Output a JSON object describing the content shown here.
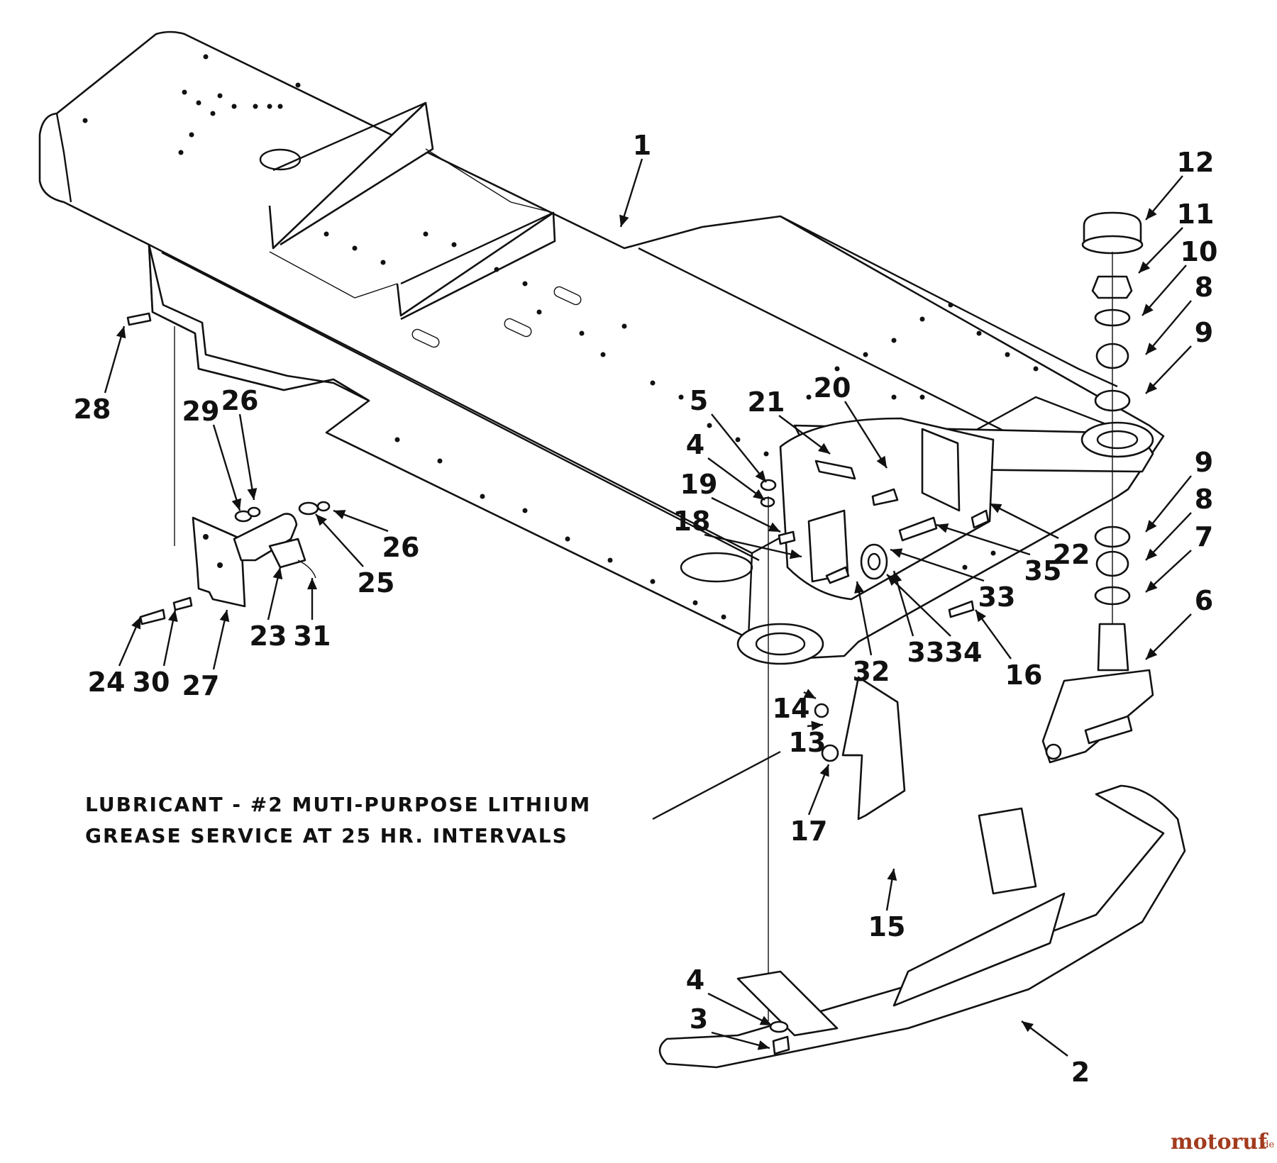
{
  "note": {
    "line1": "LUBRICANT - #2 MUTI-PURPOSE LITHIUM",
    "line2": "GREASE SERVICE AT 25 HR. INTERVALS"
  },
  "watermark": {
    "name": "motoruf",
    "tld": ".de",
    "color": "#a23b1e"
  },
  "callouts": [
    {
      "num": "1"
    },
    {
      "num": "12"
    },
    {
      "num": "11"
    },
    {
      "num": "10"
    },
    {
      "num": "8"
    },
    {
      "num": "9"
    },
    {
      "num": "9"
    },
    {
      "num": "8"
    },
    {
      "num": "7"
    },
    {
      "num": "6"
    },
    {
      "num": "28"
    },
    {
      "num": "29"
    },
    {
      "num": "26"
    },
    {
      "num": "26"
    },
    {
      "num": "25"
    },
    {
      "num": "24"
    },
    {
      "num": "30"
    },
    {
      "num": "27"
    },
    {
      "num": "23"
    },
    {
      "num": "31"
    },
    {
      "num": "5"
    },
    {
      "num": "4"
    },
    {
      "num": "19"
    },
    {
      "num": "18"
    },
    {
      "num": "21"
    },
    {
      "num": "20"
    },
    {
      "num": "22"
    },
    {
      "num": "35"
    },
    {
      "num": "33"
    },
    {
      "num": "33"
    },
    {
      "num": "34"
    },
    {
      "num": "32"
    },
    {
      "num": "16"
    },
    {
      "num": "14"
    },
    {
      "num": "13"
    },
    {
      "num": "17"
    },
    {
      "num": "15"
    },
    {
      "num": "4"
    },
    {
      "num": "3"
    },
    {
      "num": "2"
    }
  ]
}
